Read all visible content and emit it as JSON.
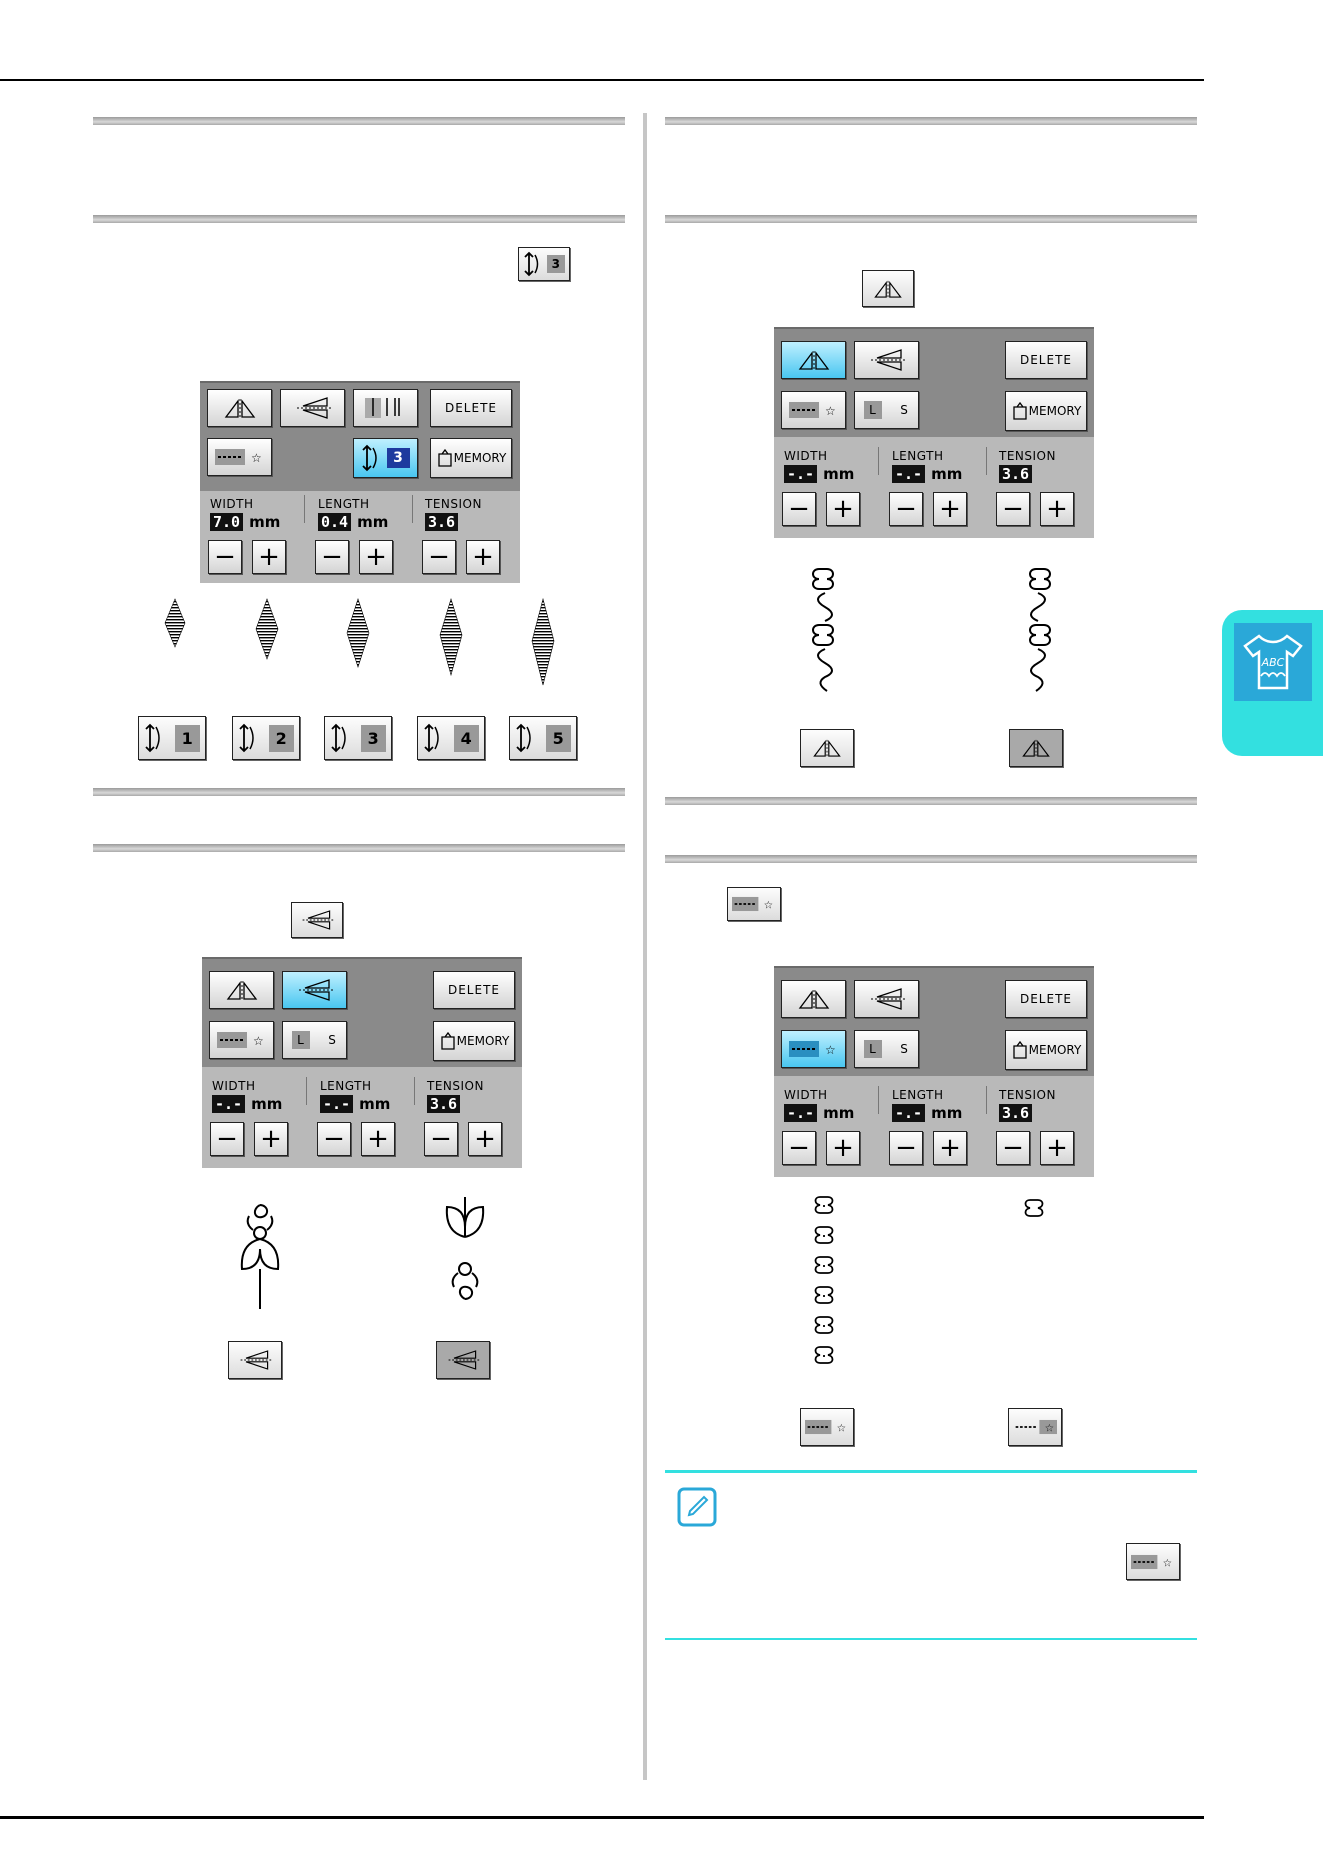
{
  "panel": {
    "delete_label": "DELETE",
    "memory_label": "MEMORY",
    "width_label": "WIDTH",
    "length_label": "LENGTH",
    "tension_label": "TENSION",
    "unit": "mm",
    "size_l": "L",
    "size_s": "S",
    "plus": "+",
    "minus": "−"
  },
  "panel1": {
    "width_value": "7.0",
    "length_value": "0.4",
    "tension_value": "3.6",
    "elongation_value": "3"
  },
  "panel2": {
    "width_value": "-.-",
    "length_value": "-.-",
    "tension_value": "3.6"
  },
  "panel3": {
    "width_value": "-.-",
    "length_value": "-.-",
    "tension_value": "3.6"
  },
  "panel4": {
    "width_value": "-.-",
    "length_value": "-.-",
    "tension_value": "3.6"
  },
  "inline_elongation": {
    "value": "3"
  },
  "elongation_steps": [
    "1",
    "2",
    "3",
    "4",
    "5"
  ],
  "tab": {
    "icon_text": "ABC",
    "color": "#33e0e0"
  },
  "accent_blue": "#49c6f0"
}
